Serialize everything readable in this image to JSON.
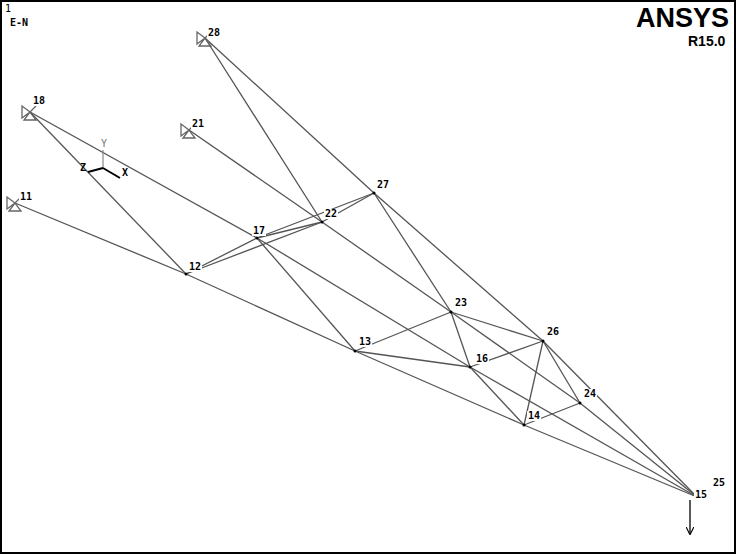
{
  "diagram": {
    "labels": [
      "1",
      "E-N",
      "ANSYS",
      "R15.0",
      "Y",
      "Z",
      "X",
      "28",
      "18",
      "21",
      "11",
      "27",
      "22",
      "17",
      "12",
      "23",
      "13",
      "26",
      "16",
      "24",
      "14",
      "25",
      "15"
    ]
  }
}
